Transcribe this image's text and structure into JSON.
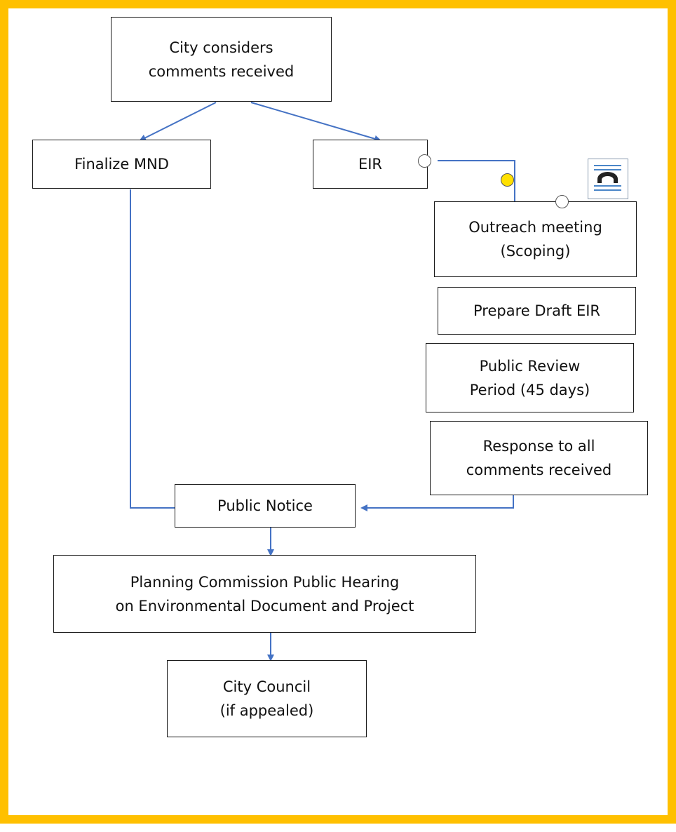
{
  "diagram": {
    "frame_color": "#FFC000",
    "connector_color": "#4472C4",
    "handle_fill": "#FFE000",
    "nodes": {
      "city_considers": "City considers\ncomments received",
      "finalize_mnd": "Finalize MND",
      "eir": "EIR",
      "outreach": "Outreach meeting\n(Scoping)",
      "prepare_draft": "Prepare Draft EIR",
      "public_review": "Public Review\nPeriod (45 days)",
      "response": "Response to all\ncomments received",
      "public_notice": "Public Notice",
      "planning_commission": "Planning Commission Public Hearing\non Environmental Document and Project",
      "city_council": "City Council\n(if appealed)"
    },
    "icons": [
      "layout-options-icon"
    ]
  }
}
